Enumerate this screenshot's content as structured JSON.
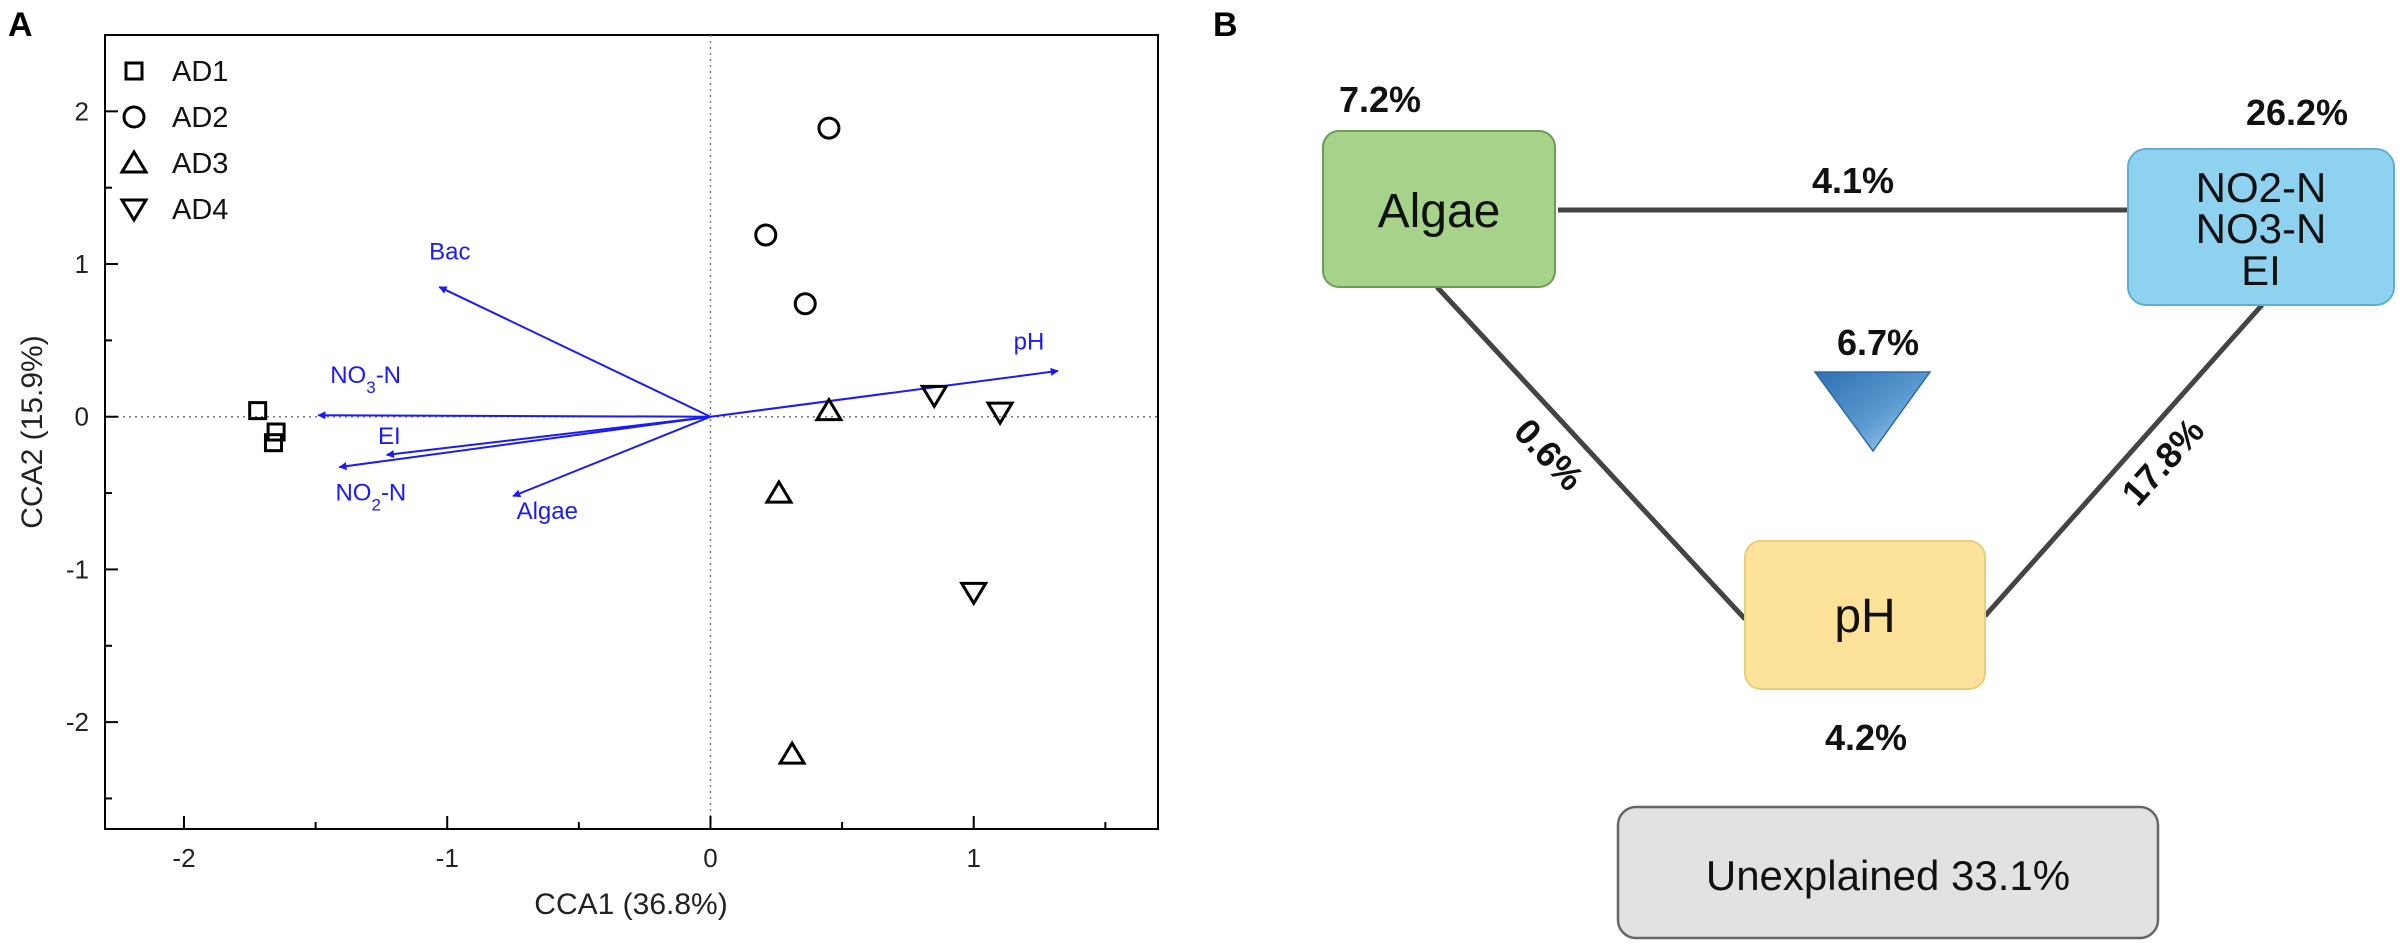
{
  "panels": {
    "a_label": "A",
    "b_label": "B"
  },
  "colors": {
    "arrow": "#1a1aff",
    "algae_box": "#a6d28a",
    "nitrogen_box": "#8fd2f0",
    "ph_box": "#fde39a",
    "unexplained_box": "#e2e2e2"
  },
  "chart_data": [
    {
      "type": "scatter",
      "title": "",
      "xlabel": "CCA1 (36.8%)",
      "ylabel": "CCA2 (15.9%)",
      "xlim": [
        -2.3,
        1.7
      ],
      "ylim": [
        -2.7,
        2.5
      ],
      "xticks": [
        -2,
        -1,
        0,
        1
      ],
      "xtick_labels": [
        "-2",
        "-1",
        "0",
        "1"
      ],
      "yticks": [
        -2,
        -1,
        0,
        1,
        2
      ],
      "ytick_labels": [
        "-2",
        "-1",
        "0",
        "1",
        "2"
      ],
      "reference_lines": {
        "x": 0,
        "y": 0,
        "style": "dotted"
      },
      "legend_position": "top-left",
      "series": [
        {
          "name": "AD1",
          "marker": "square",
          "points": [
            [
              -1.72,
              0.04
            ],
            [
              -1.65,
              -0.1
            ],
            [
              -1.66,
              -0.17
            ]
          ]
        },
        {
          "name": "AD2",
          "marker": "circle",
          "points": [
            [
              0.45,
              1.89
            ],
            [
              0.21,
              1.19
            ],
            [
              0.36,
              0.74
            ]
          ]
        },
        {
          "name": "AD3",
          "marker": "triangle-up",
          "points": [
            [
              0.45,
              0.04
            ],
            [
              0.26,
              -0.5
            ],
            [
              0.31,
              -2.21
            ]
          ]
        },
        {
          "name": "AD4",
          "marker": "triangle-down",
          "points": [
            [
              0.85,
              0.14
            ],
            [
              1.1,
              0.03
            ],
            [
              1.0,
              -1.15
            ]
          ]
        }
      ],
      "vectors": [
        {
          "name": "Bac",
          "sub": "",
          "suffix": "",
          "end": [
            -1.03,
            0.85
          ]
        },
        {
          "name": "NO",
          "sub": "3",
          "suffix": "-N",
          "end": [
            -1.49,
            0.01
          ]
        },
        {
          "name": "EI",
          "sub": "",
          "suffix": "",
          "end": [
            -1.23,
            -0.25
          ]
        },
        {
          "name": "NO",
          "sub": "2",
          "suffix": "-N",
          "end": [
            -1.41,
            -0.33
          ]
        },
        {
          "name": "Algae",
          "sub": "",
          "suffix": "",
          "end": [
            -0.75,
            -0.52
          ]
        },
        {
          "name": "pH",
          "sub": "",
          "suffix": "",
          "end": [
            1.32,
            0.3
          ]
        }
      ]
    },
    {
      "type": "diagram",
      "title": "",
      "factors": [
        {
          "id": "algae",
          "lines": [
            "Algae"
          ],
          "unique_pct": "7.2%"
        },
        {
          "id": "nitrogen",
          "lines": [
            "NO2-N",
            "NO3-N",
            "EI"
          ],
          "unique_pct": "26.2%"
        },
        {
          "id": "ph",
          "lines": [
            "pH"
          ],
          "unique_pct": "4.2%"
        }
      ],
      "shared": [
        {
          "between": [
            "algae",
            "nitrogen"
          ],
          "value": "4.1%"
        },
        {
          "between": [
            "algae",
            "ph"
          ],
          "value": "0.6%"
        },
        {
          "between": [
            "nitrogen",
            "ph"
          ],
          "value": "17.8%"
        }
      ],
      "all_three": "6.7%",
      "unexplained": "Unexplained 33.1%"
    }
  ]
}
